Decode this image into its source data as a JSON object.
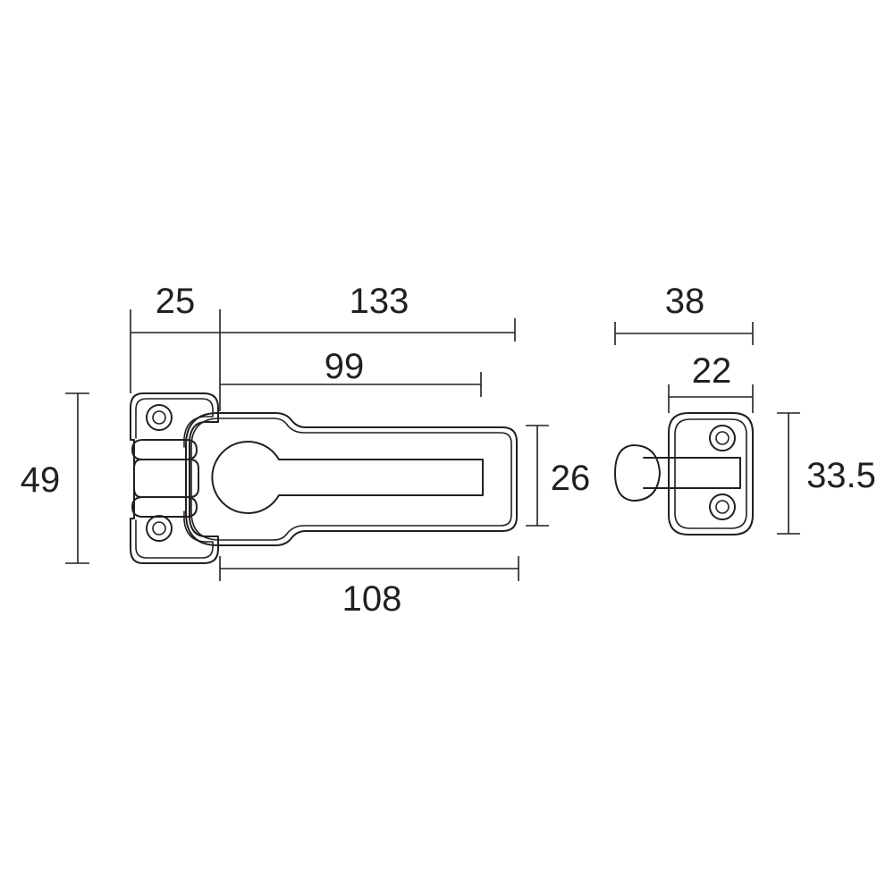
{
  "dimensions": {
    "d25": "25",
    "d133": "133",
    "d99": "99",
    "d49": "49",
    "d26": "26",
    "d108": "108",
    "d38": "38",
    "d22": "22",
    "d33_5": "33.5"
  },
  "colors": {
    "line": "#231f20",
    "background": "#ffffff"
  }
}
